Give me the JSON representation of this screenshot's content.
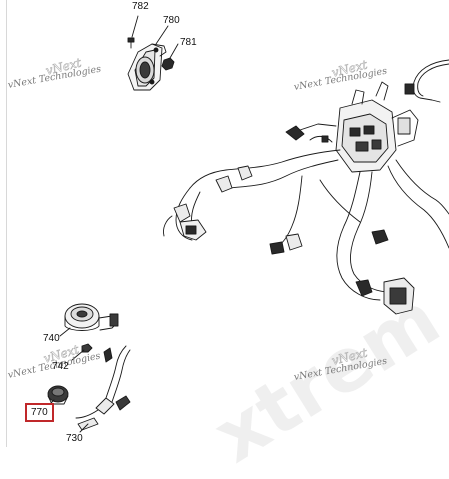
{
  "callouts": {
    "p782": "782",
    "p780": "780",
    "p781": "781",
    "p740": "740",
    "p742": "742",
    "p770": "770",
    "p730": "730"
  },
  "watermarks": {
    "line": "vNext Technologies",
    "brand": "vNext",
    "big": "xtrem"
  },
  "colors": {
    "highlight_box": "#c0282a",
    "line_art": "#1a1a1a",
    "watermark": "#7a7a7a"
  }
}
